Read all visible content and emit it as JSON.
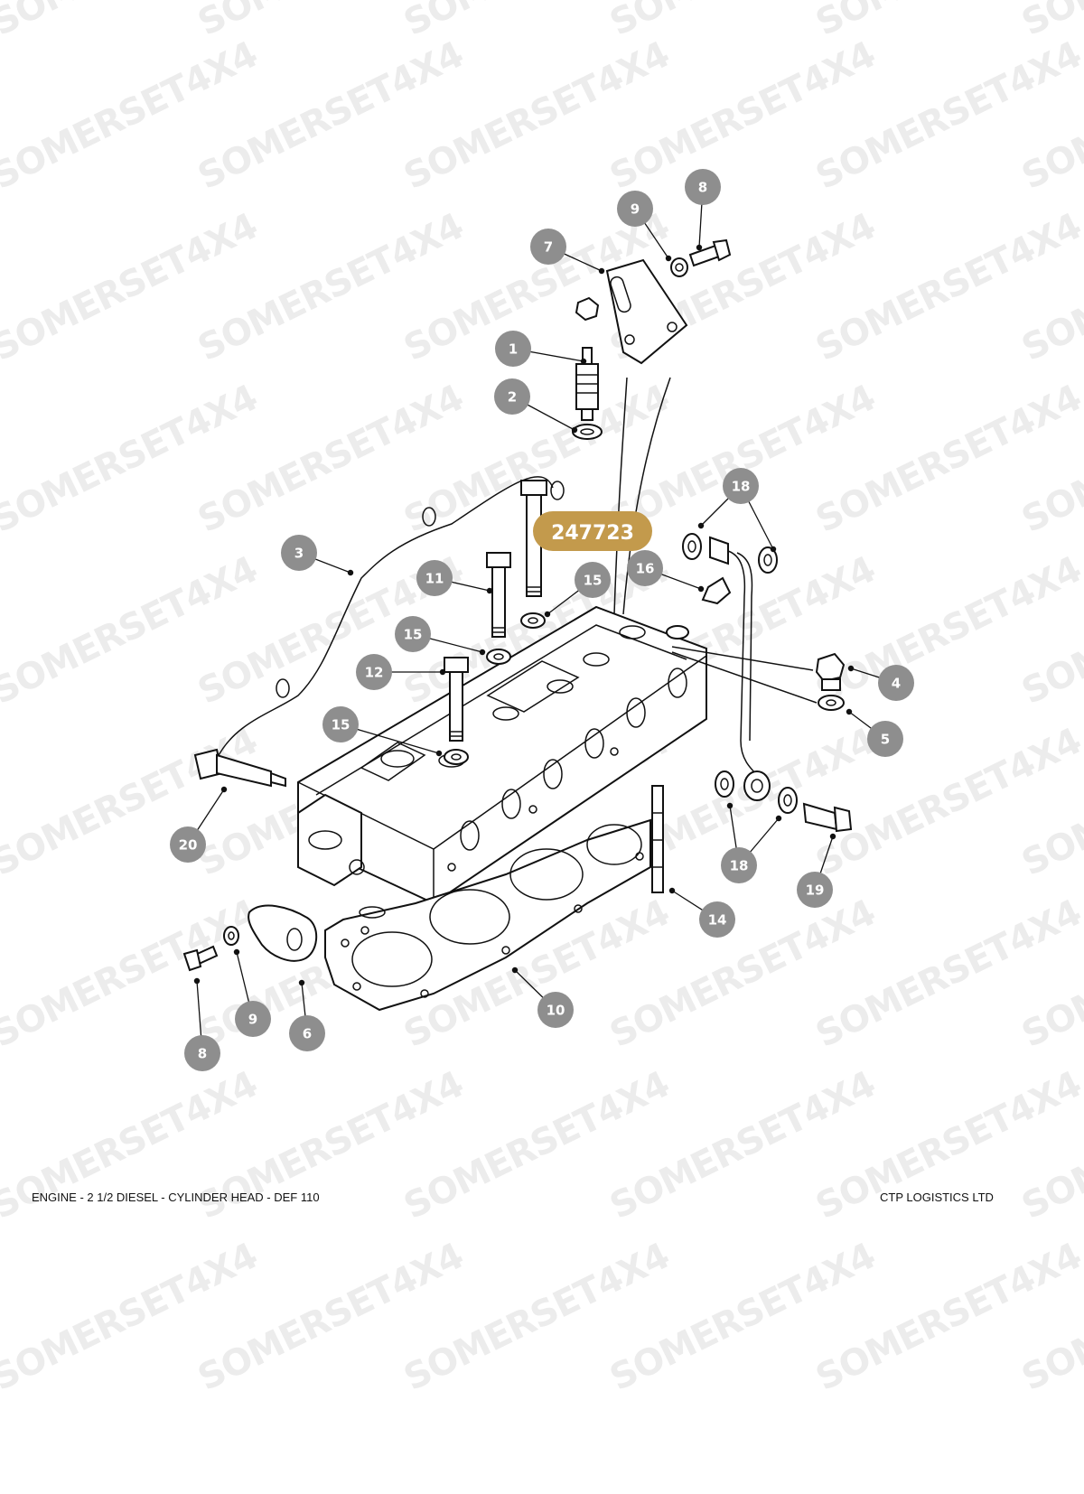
{
  "watermark": "SOMERSET4X4",
  "diagram_ref": "247723",
  "footer": {
    "left": "ENGINE - 2 1/2 DIESEL - CYLINDER HEAD - DEF 110",
    "right": "CTP LOGISTICS LTD"
  },
  "callouts": [
    {
      "label": "1"
    },
    {
      "label": "2"
    },
    {
      "label": "3"
    },
    {
      "label": "4"
    },
    {
      "label": "5"
    },
    {
      "label": "6"
    },
    {
      "label": "7"
    },
    {
      "label": "8"
    },
    {
      "label": "8"
    },
    {
      "label": "9"
    },
    {
      "label": "9"
    },
    {
      "label": "10"
    },
    {
      "label": "11"
    },
    {
      "label": "12"
    },
    {
      "label": "14"
    },
    {
      "label": "15"
    },
    {
      "label": "15"
    },
    {
      "label": "15"
    },
    {
      "label": "16"
    },
    {
      "label": "18"
    },
    {
      "label": "18"
    },
    {
      "label": "19"
    },
    {
      "label": "20"
    }
  ],
  "colors": {
    "callout_fill": "#8e8e8e",
    "ref_badge_fill": "#c39a4c",
    "line": "#111111",
    "watermark": "#ececec"
  }
}
